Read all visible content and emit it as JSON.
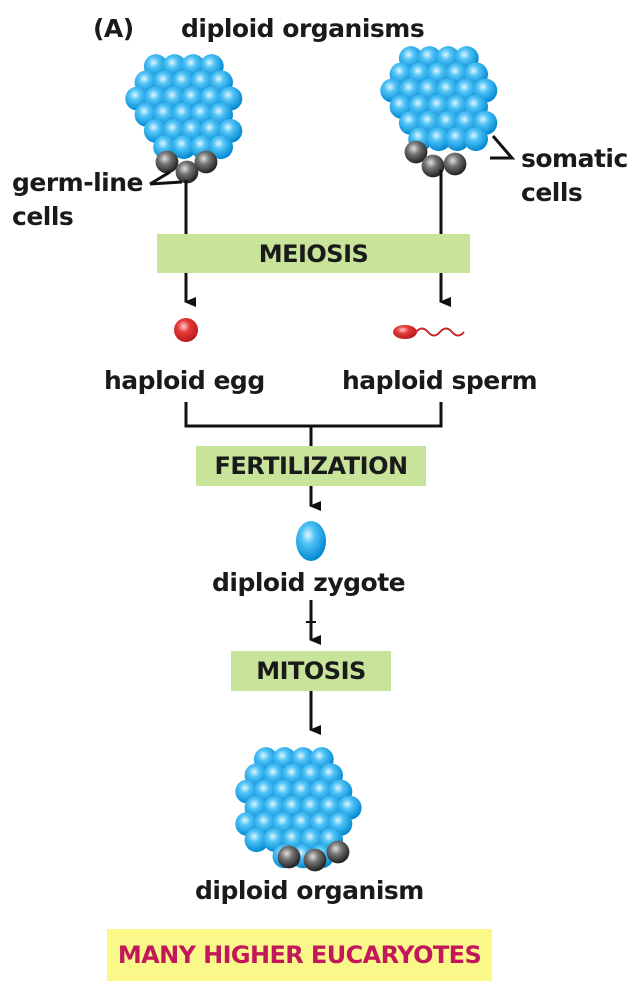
{
  "panel_label": "(A)",
  "title": "diploid organisms",
  "labels": {
    "germ_line": [
      "germ-line",
      "cells"
    ],
    "somatic": [
      "somatic",
      "cells"
    ],
    "haploid_egg": "haploid egg",
    "haploid_sperm": "haploid sperm",
    "diploid_zygote": "diploid zygote",
    "diploid_organism": "diploid organism"
  },
  "processes": {
    "meiosis": "MEIOSIS",
    "fertilization": "FERTILIZATION",
    "mitosis": "MITOSIS"
  },
  "banner": "MANY HIGHER EUCARYOTES",
  "colors": {
    "somatic_cell": "#29b6f6",
    "germ_cell": "#616161",
    "gamete": "#e53935",
    "process_box": "#c8e39a",
    "banner_bg": "#fbf88a",
    "banner_text": "#c2185b"
  }
}
